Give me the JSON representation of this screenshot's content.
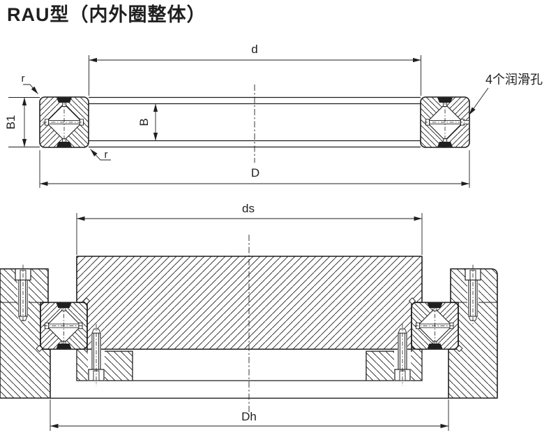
{
  "title": "RAU型（内外圈整体）",
  "colors": {
    "line": "#1f1f1f",
    "background": "#ffffff"
  },
  "top_view": {
    "name": "bearing-cross-section",
    "labels": {
      "bore_diameter": "d",
      "outer_diameter": "D",
      "inner_ring_width": "B",
      "outer_ring_width": "B1",
      "fillet_top": "r",
      "fillet_bottom": "r",
      "lube_note": "4个润滑孔"
    }
  },
  "bottom_view": {
    "name": "mounted-cross-section",
    "labels": {
      "pilot_diameter": "ds",
      "housing_bore_diameter": "Dh"
    }
  }
}
